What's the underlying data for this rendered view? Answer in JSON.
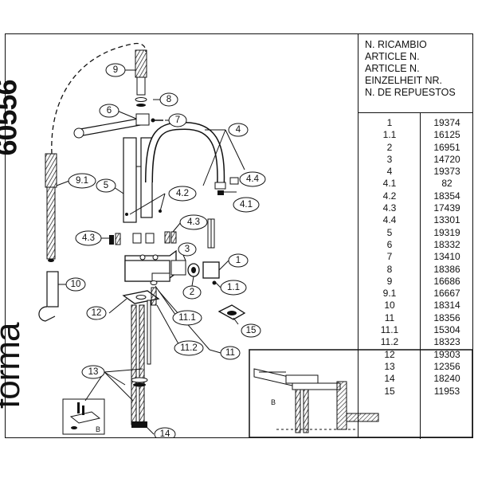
{
  "product_code": "60556",
  "brand": "forma",
  "table": {
    "header_lines": [
      "N. RICAMBIO",
      "ARTICLE N.",
      "ARTICLE N.",
      "EINZELHEIT NR.",
      "N. DE REPUESTOS"
    ],
    "rows": [
      {
        "part": "1",
        "code": "19374"
      },
      {
        "part": "1.1",
        "code": "16125"
      },
      {
        "part": "2",
        "code": "16951"
      },
      {
        "part": "3",
        "code": "14720"
      },
      {
        "part": "4",
        "code": "19373"
      },
      {
        "part": "4.1",
        "code": "82"
      },
      {
        "part": "4.2",
        "code": "18354"
      },
      {
        "part": "4.3",
        "code": "17439"
      },
      {
        "part": "4.4",
        "code": "13301"
      },
      {
        "part": "5",
        "code": "19319"
      },
      {
        "part": "6",
        "code": "18332"
      },
      {
        "part": "7",
        "code": "13410"
      },
      {
        "part": "8",
        "code": "18386"
      },
      {
        "part": "9",
        "code": "16686"
      },
      {
        "part": "9.1",
        "code": "16667"
      },
      {
        "part": "10",
        "code": "18314"
      },
      {
        "part": "11",
        "code": "18356"
      },
      {
        "part": "11.1",
        "code": "15304"
      },
      {
        "part": "11.2",
        "code": "18323"
      },
      {
        "part": "12",
        "code": "19303"
      },
      {
        "part": "13",
        "code": "12356"
      },
      {
        "part": "14",
        "code": "18240"
      },
      {
        "part": "15",
        "code": "11953"
      }
    ]
  },
  "callouts": {
    "c1": "1",
    "c1_1": "1.1",
    "c2": "2",
    "c3": "3",
    "c4": "4",
    "c4_1": "4.1",
    "c4_2": "4.2",
    "c4_3a": "4.3",
    "c4_3b": "4.3",
    "c4_4": "4.4",
    "c5": "5",
    "c6": "6",
    "c7": "7",
    "c8": "8",
    "c9": "9",
    "c9_1": "9.1",
    "c10": "10",
    "c11": "11",
    "c11_1": "11.1",
    "c11_2": "11.2",
    "c12": "12",
    "c13": "13",
    "c14": "14",
    "c15": "15"
  },
  "inset_labels": {
    "detail_b": "B",
    "base_b": "B"
  }
}
